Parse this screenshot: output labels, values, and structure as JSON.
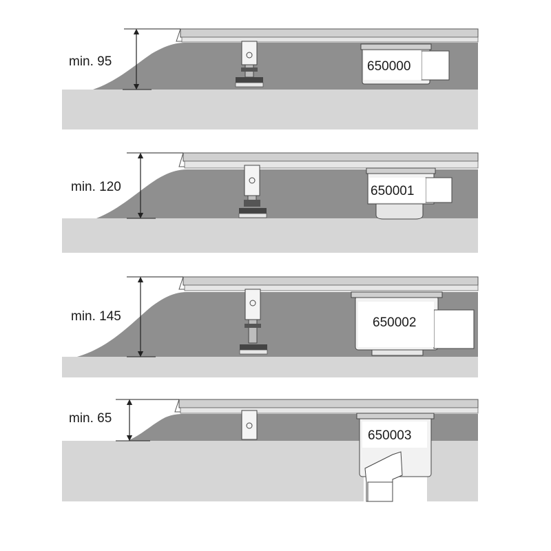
{
  "colors": {
    "background": "#ffffff",
    "floor": "#d6d6d6",
    "screed": "#8f8f8f",
    "channel_top": "#cfcfcf",
    "channel_line": "#555555",
    "dimension": "#222222",
    "box_fill": "#ffffff",
    "outlet_fill": "#f2f2f2"
  },
  "panels": [
    {
      "label": "min. 95",
      "code": "650000"
    },
    {
      "label": "min. 120",
      "code": "650001"
    },
    {
      "label": "min. 145",
      "code": "650002"
    },
    {
      "label": "min. 65",
      "code": "650003"
    }
  ]
}
